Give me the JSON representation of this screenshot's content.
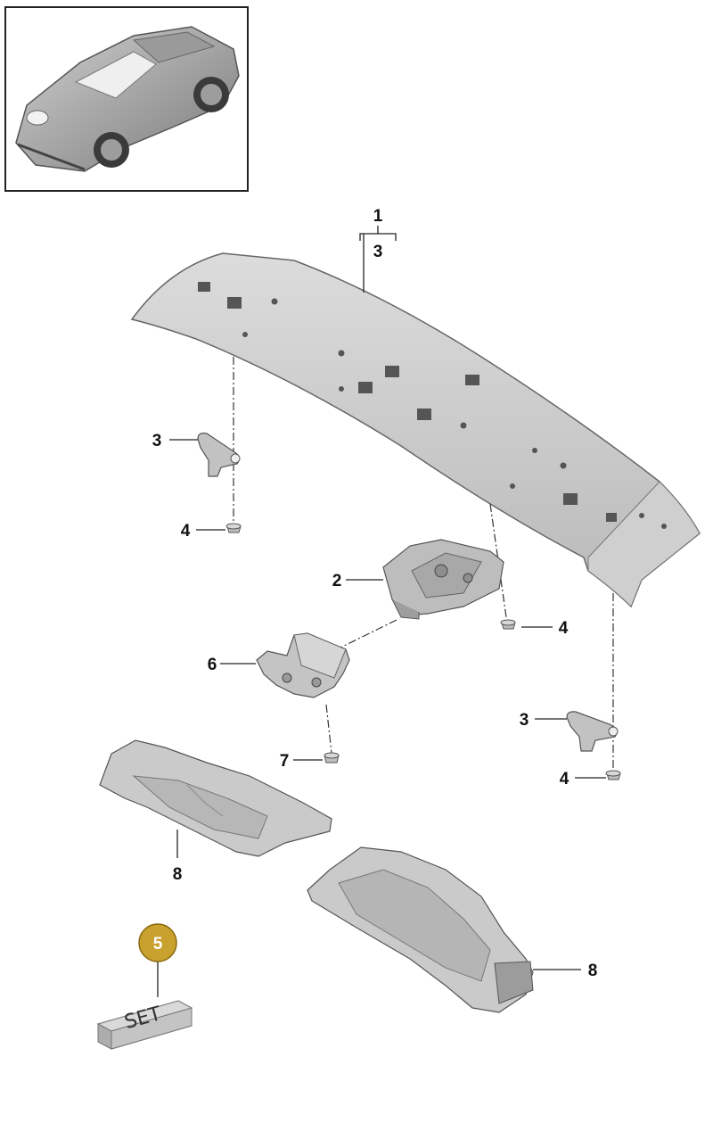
{
  "callouts": {
    "c1": "1",
    "c3_bracket": "3",
    "c3_left": "3",
    "c4_left": "4",
    "c2": "2",
    "c4_mid": "4",
    "c6": "6",
    "c3_right": "3",
    "c7": "7",
    "c4_right": "4",
    "c8_left": "8",
    "c8_right": "8"
  },
  "set_badge": {
    "number": "5",
    "box_label": "SET"
  },
  "colors": {
    "badge_gold": "#c9a12e",
    "part_gray": "#c8c8c8",
    "line": "#222222"
  }
}
